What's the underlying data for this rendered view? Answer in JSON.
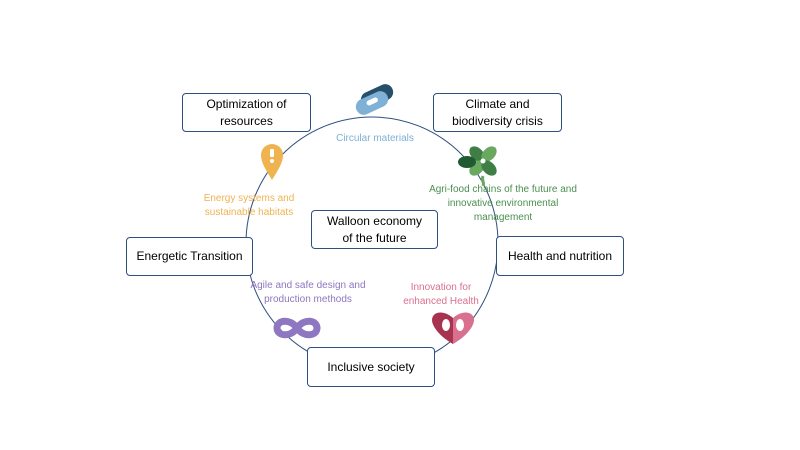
{
  "center": {
    "text": "Walloon economy\nof the future"
  },
  "boxes": {
    "resources": "Optimization of\nresources",
    "climate": "Climate and\nbiodiversity crisis",
    "energetic": "Energetic Transition",
    "health": "Health and nutrition",
    "inclusive": "Inclusive society"
  },
  "themes": {
    "circular": {
      "text": "Circular materials",
      "color": "#7fb0d6",
      "icon": "linked-chain-icon"
    },
    "energy": {
      "text": "Energy systems and\nsustainable habitats",
      "color": "#efb350",
      "icon": "map-pin-icon"
    },
    "agrifood": {
      "text": "Agri-food chains of the future and\ninnovative environmental\nmanagement",
      "color": "#4a8f4e",
      "icon": "four-leaf-clover-icon"
    },
    "agile": {
      "text": "Agile and safe design and\nproduction methods",
      "color": "#8f76c0",
      "icon": "infinity-icon"
    },
    "innovation": {
      "text": "Innovation for\nenhanced Health",
      "color": "#d9708f",
      "icon": "heart-icon"
    }
  },
  "colors": {
    "circle": "#2f4f7f",
    "box_border": "#2f4f7f",
    "chain_dark": "#254f6b"
  }
}
